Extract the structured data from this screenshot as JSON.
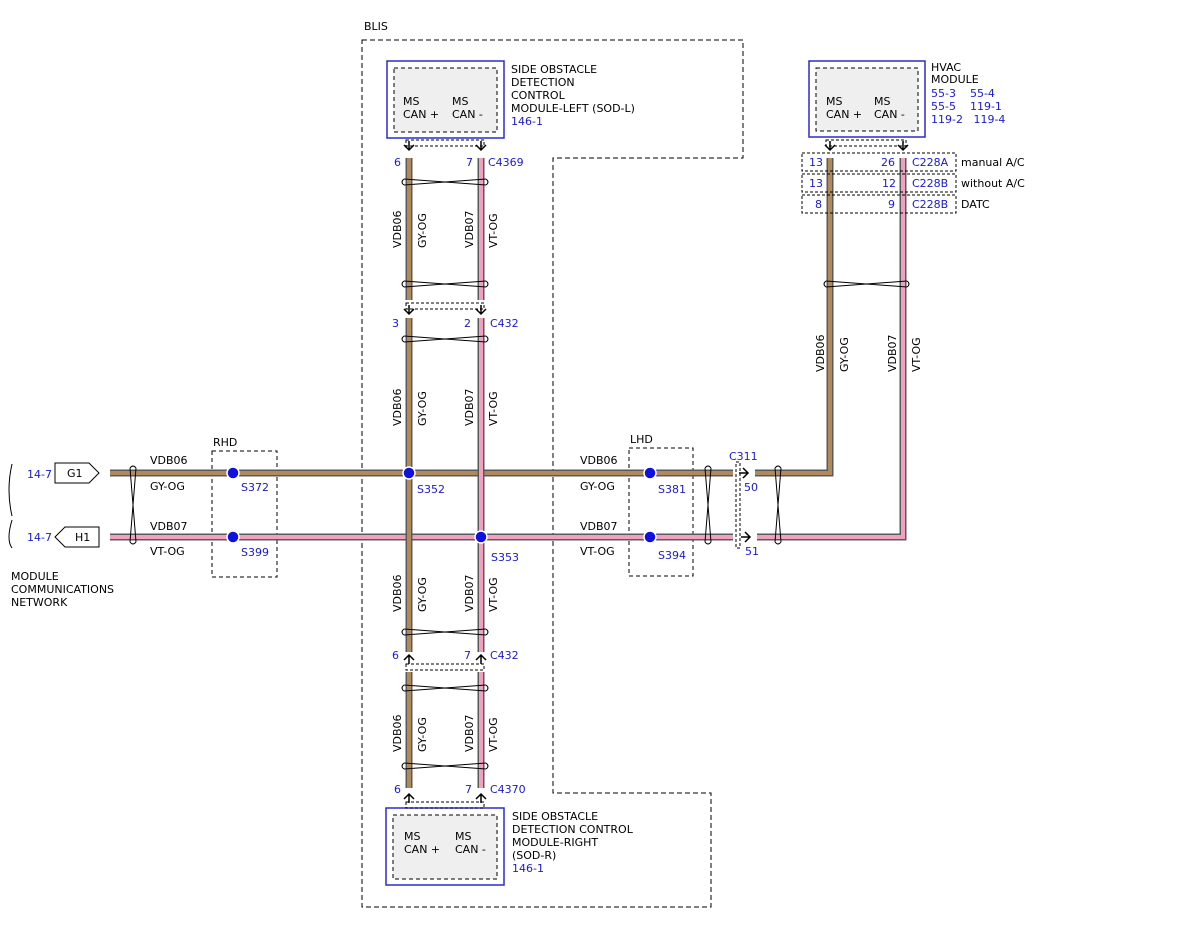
{
  "colors": {
    "gy_og_wire": "#b08a5a",
    "vt_og_wire": "#f2a0bf",
    "wire_outline": "#5a5a5a",
    "module_border": "#2b2bcc",
    "module_fill": "#efefef",
    "splice": "#1010e0",
    "ref_text": "#1a1acc"
  },
  "labels": {
    "blis": "BLIS",
    "rhd": "RHD",
    "lhd": "LHD",
    "network": [
      "MODULE",
      "COMMUNICATIONS",
      "NETWORK"
    ]
  },
  "modules": {
    "sod_left": {
      "name_lines": [
        "SIDE OBSTACLE",
        "DETECTION",
        "CONTROL",
        "MODULE-LEFT (SOD-L)"
      ],
      "ref": "146-1",
      "pins": [
        [
          "MS",
          "CAN +"
        ],
        [
          "MS",
          "CAN -"
        ]
      ]
    },
    "sod_right": {
      "name_lines": [
        "SIDE OBSTACLE",
        "DETECTION CONTROL",
        "MODULE-RIGHT",
        "(SOD-R)"
      ],
      "ref": "146-1",
      "pins": [
        [
          "MS",
          "CAN +"
        ],
        [
          "MS",
          "CAN -"
        ]
      ]
    },
    "hvac": {
      "name_lines": [
        "HVAC",
        "MODULE"
      ],
      "refs": [
        "55-3    55-4",
        "55-5    119-1",
        "119-2   119-4"
      ],
      "pins": [
        [
          "MS",
          "CAN +"
        ],
        [
          "MS",
          "CAN -"
        ]
      ]
    }
  },
  "connectors": {
    "c4369": {
      "name": "C4369",
      "pin_a": "6",
      "pin_b": "7"
    },
    "c432_top": {
      "name": "C432",
      "pin_a": "3",
      "pin_b": "2"
    },
    "c432_bottom": {
      "name": "C432",
      "pin_a": "6",
      "pin_b": "7"
    },
    "c4370": {
      "name": "C4370",
      "pin_a": "6",
      "pin_b": "7"
    },
    "c311": {
      "name": "C311",
      "pin_a": "50",
      "pin_b": "51"
    },
    "hvac_variants": [
      {
        "pin_a": "13",
        "pin_b": "26",
        "connector": "C228A",
        "variant": "manual A/C"
      },
      {
        "pin_a": "13",
        "pin_b": "12",
        "connector": "C228B",
        "variant": "without A/C"
      },
      {
        "pin_a": "8",
        "pin_b": "9",
        "connector": "C228B",
        "variant": "DATC"
      }
    ]
  },
  "splices": {
    "s372": "S372",
    "s399": "S399",
    "s352": "S352",
    "s353": "S353",
    "s381": "S381",
    "s394": "S394"
  },
  "circuits": {
    "vdb06": "VDB06",
    "vdb07": "VDB07",
    "gy_og": "GY-OG",
    "vt_og": "VT-OG"
  },
  "offpage": {
    "g1": {
      "ref": "14-7",
      "label": "G1"
    },
    "h1": {
      "ref": "14-7",
      "label": "H1"
    }
  }
}
